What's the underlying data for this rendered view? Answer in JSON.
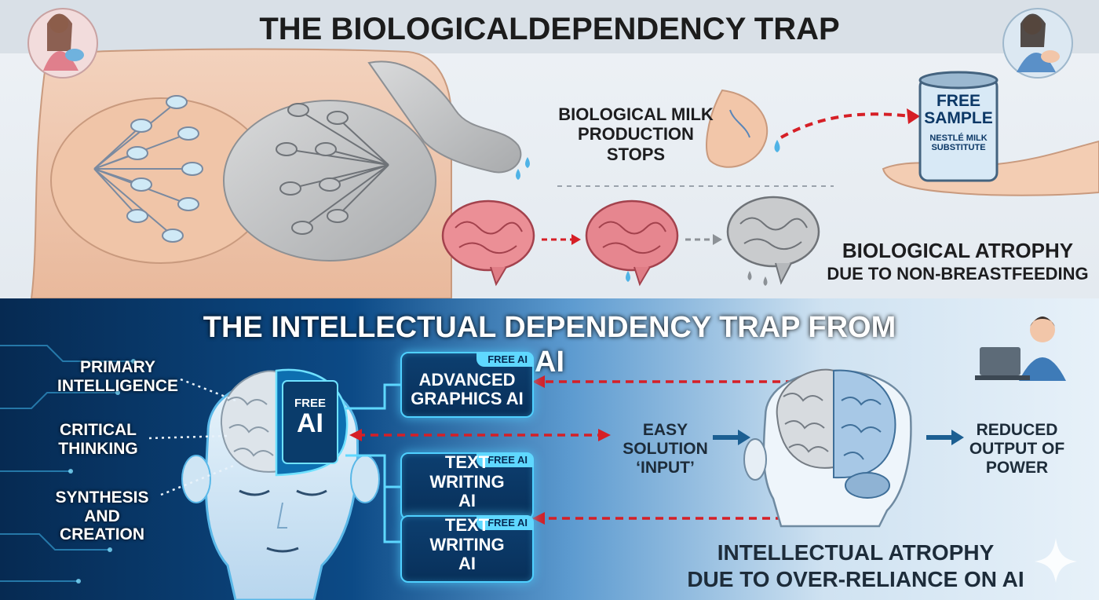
{
  "top_panel": {
    "title": "THE BIOLOGICALDEPENDENCY TRAP",
    "milk_stops": "BIOLOGICAL MILK PRODUCTION STOPS",
    "can": {
      "line1": "FREE",
      "line2": "SAMPLE",
      "line3": "NESTLÉ MILK",
      "line4": "SUBSTITUTE"
    },
    "atrophy_title": "BIOLOGICAL ATROPHY",
    "atrophy_sub": "DUE TO NON-BREASTFEEDING"
  },
  "bottom_panel": {
    "title": "THE INTELLECTUAL DEPENDENCY TRAP FROM AI",
    "left_labels": [
      "PRIMARY INTELLIGENCE",
      "CRITICAL THINKING",
      "SYNTHESIS AND CREATION"
    ],
    "chip": {
      "line1": "FREE",
      "line2": "AI"
    },
    "ai_boxes": [
      {
        "tag": "FREE AI",
        "label": "ADVANCED GRAPHICS AI"
      },
      {
        "tag": "FREE AI",
        "label": "TEXT WRITING AI"
      },
      {
        "tag": "FREE AI",
        "label": "TEXT WRITING AI"
      }
    ],
    "easy_solution": "EASY SOLUTION ‘INPUT’",
    "reduced_output": "REDUCED OUTPUT OF POWER",
    "atrophy_title": "INTELLECTUAL ATROPHY",
    "atrophy_sub": "DUE TO OVER-RELIANCE ON AI"
  },
  "colors": {
    "arrow_red": "#d61f26",
    "navy": "#0b3a66",
    "cyan": "#4fd0ff",
    "skin": "#f2c6a9"
  },
  "icons": [
    "mother-breastfeeding-icon",
    "mother-bottle-icon",
    "person-laptop-icon",
    "sparkle-icon"
  ]
}
